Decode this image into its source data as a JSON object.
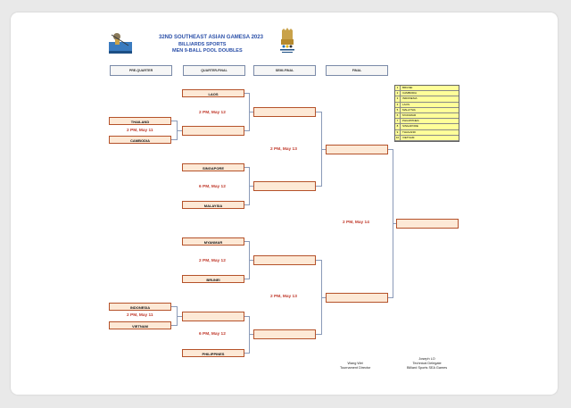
{
  "header": {
    "line1": "32ND SOUTHEAST ASIAN GAMESA 2023",
    "line2": "BILLIARDS SPORTS",
    "line3": "MEN 9-BALL POOL DOUBLES"
  },
  "rounds": {
    "pre_quarter": "PRE-QUARTER",
    "quarter_final": "QUARTER-FINAL",
    "semi_final": "SEMI-FINAL",
    "final": "FINAL"
  },
  "teams": {
    "laos": "LAOS",
    "thailand": "THAILAND",
    "cambodia": "CAMBODIA",
    "singapore": "SINGAPORE",
    "malaysia": "MALAYSIA",
    "myanmar": "MYANMAR",
    "brunei": "BRUNEI",
    "indonesia": "INDONESIA",
    "vietnam": "VIETNAM",
    "philippines": "PHILIPPINES"
  },
  "times": {
    "pq_top": "2 PM, May 11",
    "pq_bottom": "2 PM, May 11",
    "qf1": "2 PM, May 12",
    "qf2": "6 PM, May 12",
    "qf3": "2 PM, May 12",
    "qf4": "6 PM, May 12",
    "sf1": "2 PM, May 13",
    "sf2": "2 PM, May 13",
    "final": "2 PM, May 14"
  },
  "ranking": [
    {
      "n": "1",
      "team": "BRUNEI"
    },
    {
      "n": "2",
      "team": "CAMBODIA"
    },
    {
      "n": "3",
      "team": "INDONESIA"
    },
    {
      "n": "4",
      "team": "LAOS"
    },
    {
      "n": "5",
      "team": "MALAYSIA"
    },
    {
      "n": "6",
      "team": "MYANMAR"
    },
    {
      "n": "7",
      "team": "PHILIPPINES"
    },
    {
      "n": "8",
      "team": "SINGAPORE"
    },
    {
      "n": "9",
      "team": "THAILAND"
    },
    {
      "n": "10",
      "team": "VIETNAM"
    }
  ],
  "signatures": {
    "director_name": "Wang Wei",
    "director_title": "Tournament Director",
    "delegate_name": "Joseph LO",
    "delegate_title": "Technical Delegate",
    "delegate_org": "Billiard Sports SEA Games"
  },
  "colors": {
    "team_fill": "#fde9d6",
    "team_border": "#b5522a",
    "time_text": "#c0392b",
    "header_text": "#2a4fa8",
    "ranking_fill": "#ffff99"
  }
}
